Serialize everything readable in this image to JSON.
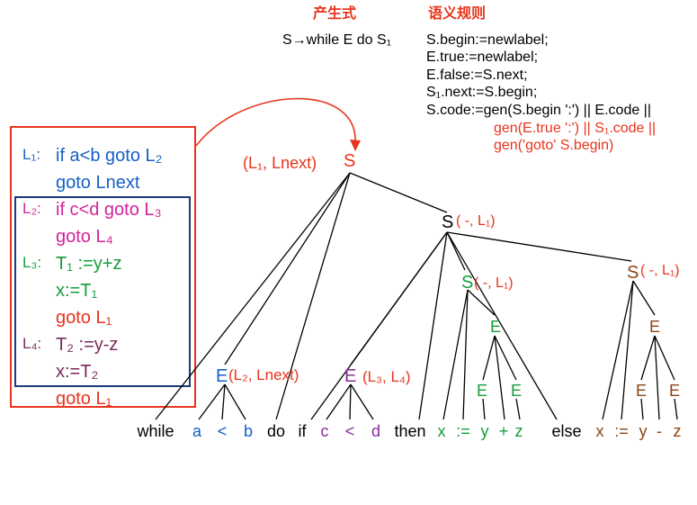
{
  "header": {
    "production_title": "产生式",
    "rule_title": "语义规则",
    "production": "S→while E do S₁"
  },
  "semantic_rules": [
    "S.begin:=newlabel;",
    "E.true:=newlabel;",
    "E.false:=S.next;",
    "S₁.next:=S.begin;",
    "S.code:=gen(S.begin ':') || E.code ||",
    "gen(E.true ':') || S₁.code ||",
    "gen('goto'  S.begin)"
  ],
  "code_lines": [
    {
      "label": "L₁:",
      "text": "if a<b goto L₂",
      "color": "#1560c8"
    },
    {
      "label": "",
      "text": "goto Lnext",
      "color": "#1560c8"
    },
    {
      "label": "L₂:",
      "text": "if c<d goto L₃",
      "color": "#d4239a"
    },
    {
      "label": "",
      "text": "goto L₄",
      "color": "#d4239a"
    },
    {
      "label": "L₃:",
      "text": "T₁ :=y+z",
      "color": "#169c3c"
    },
    {
      "label": "",
      "text": "x:=T₁",
      "color": "#169c3c"
    },
    {
      "label": "",
      "text": "goto L₁",
      "color": "#e8341c"
    },
    {
      "label": "L₄:",
      "text": "T₂ :=y-z",
      "color": "#7a2a5a"
    },
    {
      "label": "",
      "text": "x:=T₂",
      "color": "#7a2a5a"
    },
    {
      "label": "",
      "text": "goto L₁",
      "color": "#e8341c"
    }
  ],
  "tree": {
    "root": {
      "symbol": "S",
      "attr": "(L₁,  Lnext)"
    },
    "s_inner": {
      "symbol": "S",
      "attr": "( -, L₁)"
    },
    "s_then": {
      "symbol": "S",
      "attr": "( -, L₁)"
    },
    "s_else": {
      "symbol": "S",
      "attr": "( -, L₁)"
    },
    "e_while": {
      "symbol": "E",
      "attr": "(L₂, Lnext)"
    },
    "e_if": {
      "symbol": "E",
      "attr": "(L₃, L₄)"
    },
    "e_then": "E",
    "e_then_l": "E",
    "e_then_r": "E",
    "e_else": "E",
    "e_else_l": "E",
    "e_else_r": "E"
  },
  "leaves": [
    "while",
    "a",
    "<",
    "b",
    "do",
    "if",
    "c",
    "<",
    "d",
    "then",
    "x",
    ":=",
    "y",
    "+",
    "z",
    "else",
    "x",
    ":=",
    "y",
    "-",
    "z"
  ]
}
